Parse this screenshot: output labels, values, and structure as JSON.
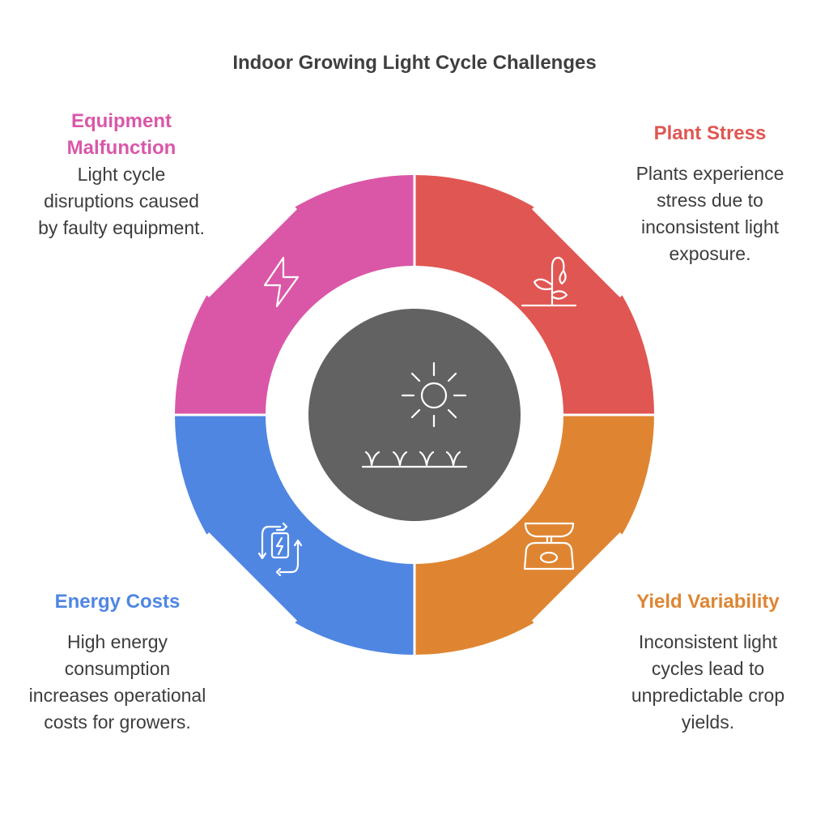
{
  "title": "Indoor Growing Light Cycle Challenges",
  "colors": {
    "equipment": "#da57a8",
    "plant": "#e05652",
    "energy": "#4f86e2",
    "yield": "#df8532",
    "hub": "#626262",
    "text": "#3d3d3d"
  },
  "segments": [
    {
      "key": "equipment",
      "heading": "Equipment Malfunction",
      "description": "Light cycle disruptions caused by faulty equipment.",
      "icon": "lightning-bolt-icon"
    },
    {
      "key": "plant",
      "heading": "Plant Stress",
      "description": "Plants experience stress due to inconsistent light exposure.",
      "icon": "wilted-plant-icon"
    },
    {
      "key": "energy",
      "heading": "Energy Costs",
      "description": "High energy consumption increases operational costs for growers.",
      "icon": "battery-cycle-icon"
    },
    {
      "key": "yield",
      "heading": "Yield Variability",
      "description": "Inconsistent light cycles lead to unpredictable crop yields.",
      "icon": "weighing-scale-icon"
    }
  ],
  "hub": {
    "icon": "sun-over-crops-icon"
  }
}
